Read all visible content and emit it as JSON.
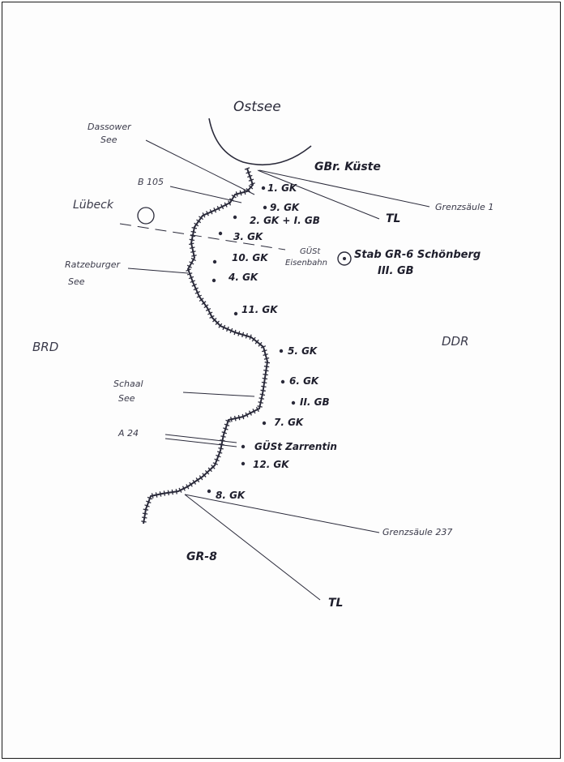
{
  "colors": {
    "ink": "#2a2a3a",
    "paper": "#fdfdfd",
    "frame": "#1a1a1a"
  },
  "map": {
    "sea": "Ostsee",
    "west_state": "BRD",
    "east_state": "DDR",
    "regiment_west": "GR-8",
    "labels": {
      "dassower_see_1": "Dassower",
      "dassower_see_2": "See",
      "b105": "B 105",
      "luebeck": "Lübeck",
      "ratzeburger_see_1": "Ratzeburger",
      "ratzeburger_see_2": "See",
      "schaal_see_1": "Schaal",
      "schaal_see_2": "See",
      "a24": "A 24",
      "gbr_kueste": "GBr. Küste",
      "grenzsaeule_1": "Grenzsäule 1",
      "grenzsaeule_237": "Grenzsäule 237",
      "tl_north": "TL",
      "tl_south": "TL",
      "guesi_eisenbahn_1": "GÜSt",
      "guesi_eisenbahn_2": "Eisenbahn",
      "stab": "Stab GR-6 Schönberg",
      "gb_3": "III. GB",
      "gb_2": "II. GB",
      "guesi_zarrentin": "GÜSt Zarrentin"
    },
    "companies": [
      {
        "id": "gk1",
        "label": "1. GK"
      },
      {
        "id": "gk9",
        "label": "9. GK"
      },
      {
        "id": "gk2",
        "label": "2. GK + I. GB"
      },
      {
        "id": "gk3",
        "label": "3. GK"
      },
      {
        "id": "gk10",
        "label": "10. GK"
      },
      {
        "id": "gk4",
        "label": "4. GK"
      },
      {
        "id": "gk11",
        "label": "11. GK"
      },
      {
        "id": "gk5",
        "label": "5. GK"
      },
      {
        "id": "gk6",
        "label": "6. GK"
      },
      {
        "id": "gk7",
        "label": "7. GK"
      },
      {
        "id": "gk12",
        "label": "12. GK"
      },
      {
        "id": "gk8",
        "label": "8. GK"
      }
    ]
  }
}
